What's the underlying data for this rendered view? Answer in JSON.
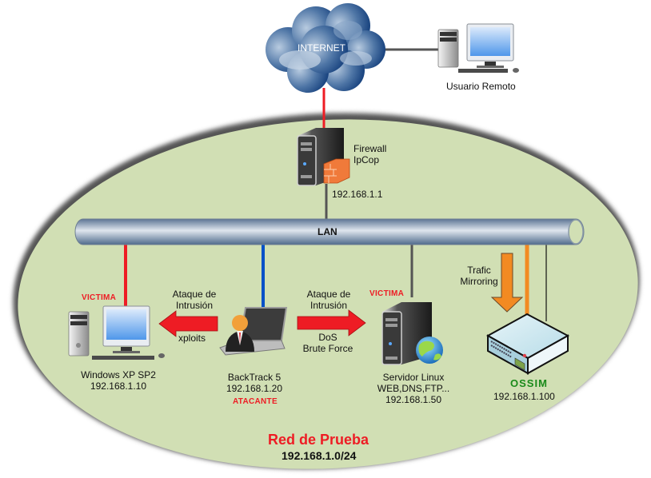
{
  "network": {
    "title": "Red de Prueba",
    "subnet": "192.168.1.0/24",
    "lan_label": "LAN",
    "colors": {
      "zone_fill": "#d1dfb4",
      "link_internet": "#ee1c24",
      "link_victim": "#ee1c24",
      "link_attacker": "#0050c8",
      "link_default": "#555555",
      "link_mirror": "#f28a22",
      "attack_arrow": "#ee1c24",
      "mirror_arrow": "#f28a22"
    }
  },
  "internet": {
    "label": "INTERNET"
  },
  "remote_user": {
    "label": "Usuario Remoto"
  },
  "firewall": {
    "name_line1": "Firewall",
    "name_line2": "IpCop",
    "ip": "192.168.1.1"
  },
  "nodes": {
    "windows": {
      "tag": "VICTIMA",
      "name": "Windows XP SP2",
      "ip": "192.168.1.10"
    },
    "backtrack": {
      "tag": "ATACANTE",
      "name": "BackTrack 5",
      "ip": "192.168.1.20"
    },
    "linux": {
      "tag": "VICTIMA",
      "name": "Servidor Linux",
      "services": "WEB,DNS,FTP...",
      "ip": "192.168.1.50"
    },
    "ossim": {
      "name": "OSSIM",
      "ip": "192.168.1.100"
    }
  },
  "arrows": {
    "left_attack": {
      "line1": "Ataque de",
      "line2": "Intrusión",
      "below": "xploits"
    },
    "right_attack": {
      "line1": "Ataque de",
      "line2": "Intrusión",
      "below1": "DoS",
      "below2": "Brute Force"
    },
    "mirror": {
      "line1": "Trafic",
      "line2": "Mirroring"
    }
  }
}
